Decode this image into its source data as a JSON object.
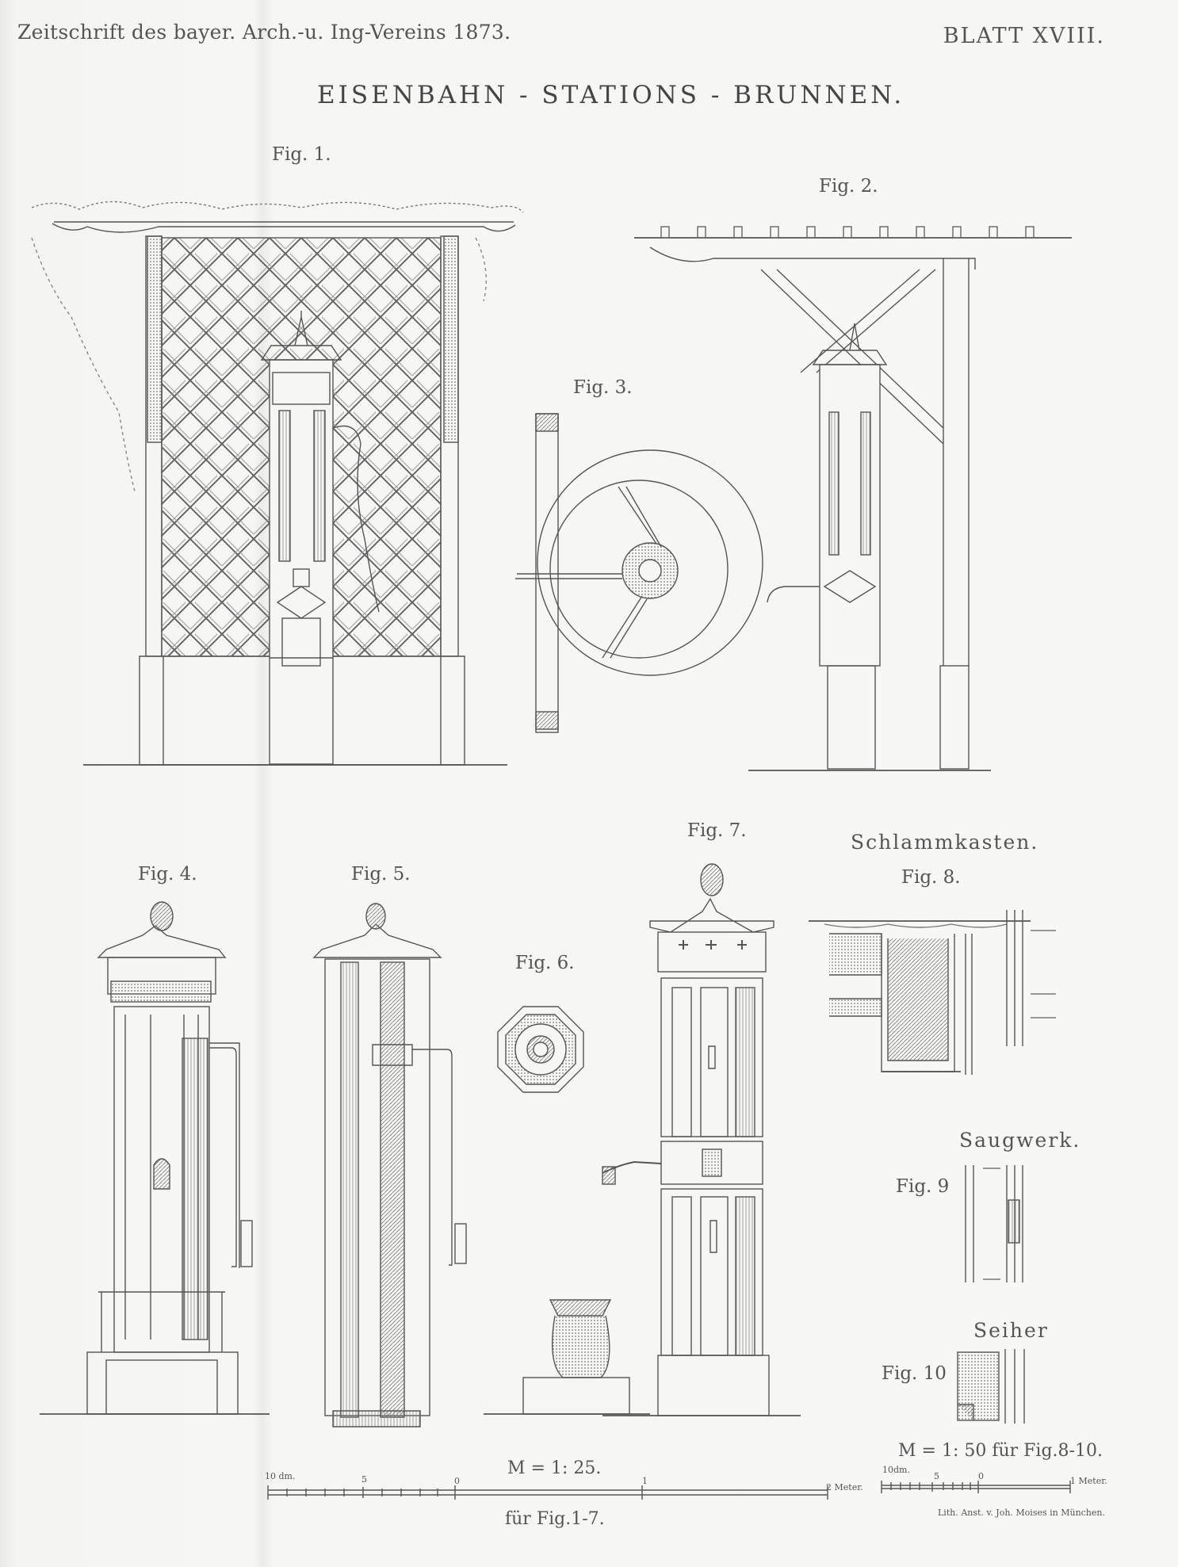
{
  "header": {
    "left": "Zeitschrift des bayer. Arch.-u. Ing-Vereins 1873.",
    "right": "BLATT XVIII."
  },
  "title": "EISENBAHN - STATIONS - BRUNNEN.",
  "figures": {
    "fig1": "Fig. 1.",
    "fig2": "Fig. 2.",
    "fig3": "Fig. 3.",
    "fig4": "Fig. 4.",
    "fig5": "Fig. 5.",
    "fig6": "Fig. 6.",
    "fig7": "Fig. 7.",
    "fig8": "Fig. 8.",
    "fig9": "Fig. 9",
    "fig10": "Fig. 10"
  },
  "subtitles": {
    "schlammkasten": "Schlammkasten.",
    "saugwerk": "Saugwerk.",
    "seiher": "Seiher"
  },
  "scale_main": {
    "ratio": "M = 1: 25.",
    "note": "für Fig.1-7.",
    "unit_start": "10 dm.",
    "tick_5": "5",
    "tick_0": "0",
    "tick_1": "1",
    "unit_end": "2 Meter."
  },
  "scale_small": {
    "ratio": "M = 1: 50 für Fig.8-10.",
    "unit_start": "10dm.",
    "tick_5": "5",
    "tick_0": "0",
    "unit_end": "1 Meter."
  },
  "imprint": "Lith. Anst. v. Joh. Moises in München."
}
